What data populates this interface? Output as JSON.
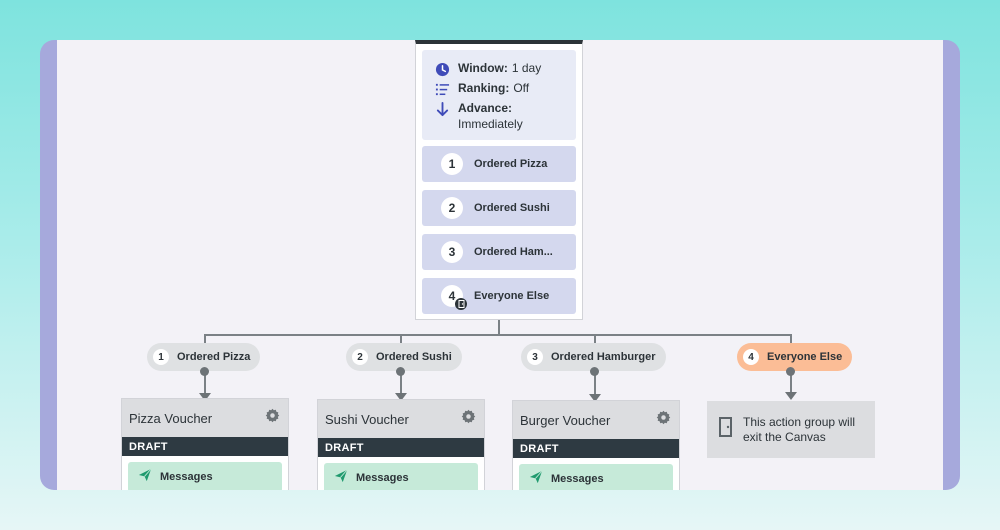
{
  "step": {
    "settings": [
      {
        "icon": "clock-icon",
        "label": "Window:",
        "value": "1 day"
      },
      {
        "icon": "ranking-list-icon",
        "label": "Ranking:",
        "value": "Off"
      },
      {
        "icon": "arrow-down-icon",
        "label": "Advance:",
        "value": "Immediately"
      }
    ],
    "paths": [
      {
        "number": "1",
        "label": "Ordered Pizza"
      },
      {
        "number": "2",
        "label": "Ordered Sushi"
      },
      {
        "number": "3",
        "label": "Ordered Ham..."
      },
      {
        "number": "4",
        "label": "Everyone Else"
      }
    ]
  },
  "branches": [
    {
      "number": "1",
      "label": "Ordered Pizza"
    },
    {
      "number": "2",
      "label": "Ordered Sushi"
    },
    {
      "number": "3",
      "label": "Ordered Hamburger"
    },
    {
      "number": "4",
      "label": "Everyone Else"
    }
  ],
  "actions": [
    {
      "title": "Pizza Voucher",
      "status": "DRAFT",
      "message": "Messages"
    },
    {
      "title": "Sushi Voucher",
      "status": "DRAFT",
      "message": "Messages"
    },
    {
      "title": "Burger Voucher",
      "status": "DRAFT",
      "message": "Messages"
    }
  ],
  "exit": {
    "text": "This action group will exit the Canvas"
  },
  "colors": {
    "accent": "#3f4bb8",
    "message_icon": "#1f9a6e",
    "everyone_else": "#fbbd96",
    "draft_bar": "#2e3a42"
  }
}
